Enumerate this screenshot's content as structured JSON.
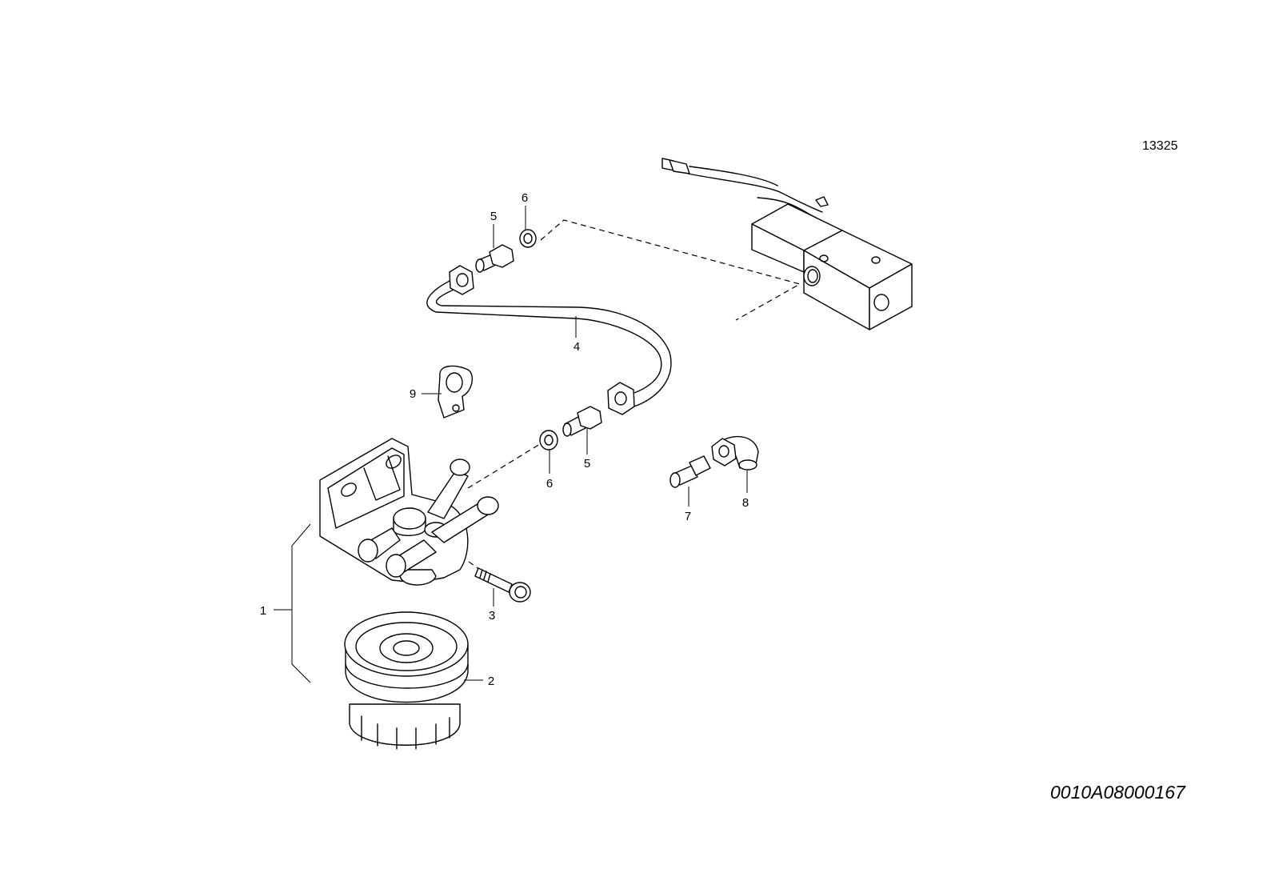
{
  "diagram": {
    "reference_number": "13325",
    "drawing_code": "0010A08000167",
    "callouts": [
      {
        "id": "1",
        "part": "filter-head-assembly"
      },
      {
        "id": "2",
        "part": "filter-cartridge"
      },
      {
        "id": "3",
        "part": "bolt"
      },
      {
        "id": "4",
        "part": "tube"
      },
      {
        "id": "5",
        "part": "fitting"
      },
      {
        "id": "6",
        "part": "washer"
      },
      {
        "id": "7",
        "part": "fitting"
      },
      {
        "id": "8",
        "part": "elbow"
      },
      {
        "id": "9",
        "part": "clamp"
      }
    ]
  }
}
